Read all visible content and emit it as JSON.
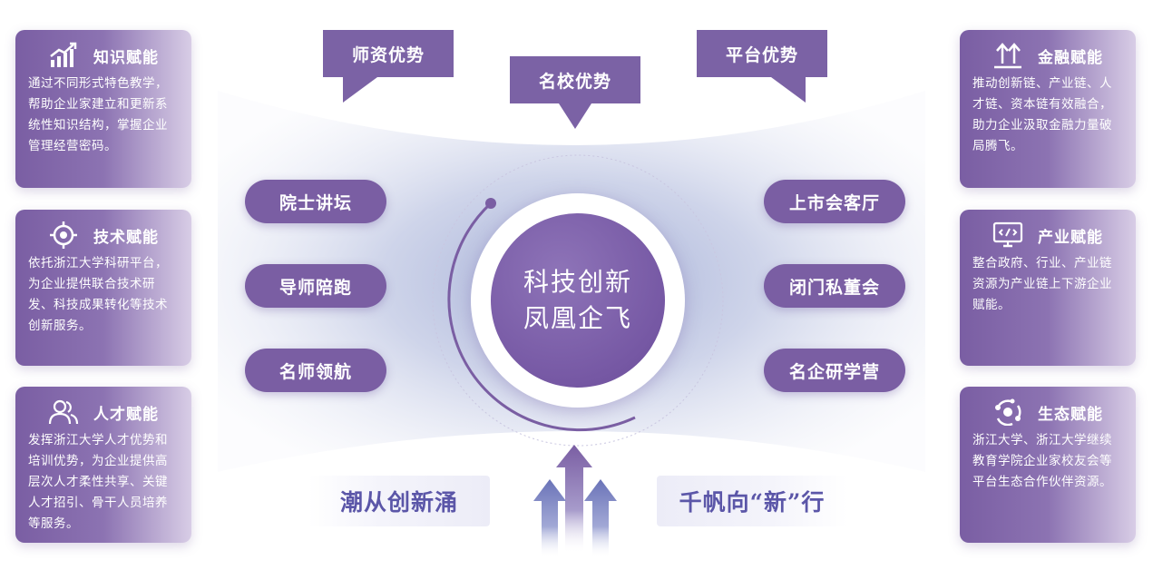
{
  "colors": {
    "card_primary": "#7a5ea3",
    "center": "#7658a4",
    "slogan_text": "#5b56a8",
    "bg_band": "#b7bfdc"
  },
  "tags": {
    "teachers": "师资优势",
    "schools": "名校优势",
    "platform": "平台优势"
  },
  "cards_left": [
    {
      "icon": "growth-chart-icon",
      "title": "知识赋能",
      "text": "通过不同形式特色教学，帮助企业家建立和更新系统性知识结构，掌握企业管理经营密码。"
    },
    {
      "icon": "target-icon",
      "title": "技术赋能",
      "text": "依托浙江大学科研平台，为企业提供联合技术研发、科技成果转化等技术创新服务。"
    },
    {
      "icon": "people-icon",
      "title": "人才赋能",
      "text": "发挥浙江大学人才优势和培训优势，为企业提供高层次人才柔性共享、关键人才招引、骨干人员培养等服务。"
    }
  ],
  "cards_right": [
    {
      "icon": "upload-arrows-icon",
      "title": "金融赋能",
      "text": "推动创新链、产业链、人才链、资本链有效融合，助力企业汲取金融力量破局腾飞。"
    },
    {
      "icon": "monitor-code-icon",
      "title": "产业赋能",
      "text": "整合政府、行业、产业链资源为产业链上下游企业赋能。"
    },
    {
      "icon": "ecosystem-cycle-icon",
      "title": "生态赋能",
      "text": "浙江大学、浙江大学继续教育学院企业家校友会等平台生态合作伙伴资源。"
    }
  ],
  "pills_left": [
    "院士讲坛",
    "导师陪跑",
    "名师领航"
  ],
  "pills_right": [
    "上市会客厅",
    "闭门私董会",
    "名企研学营"
  ],
  "center": {
    "line1": "科技创新",
    "line2": "凤凰企飞"
  },
  "slogans": {
    "left": "潮从创新涌",
    "right": "千帆向“新”行"
  }
}
